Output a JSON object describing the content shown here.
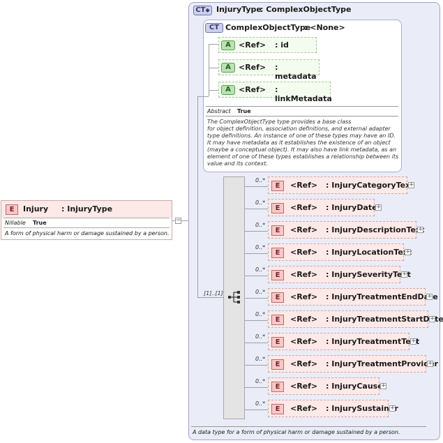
{
  "root_element": {
    "badge": "E",
    "name": "Injury",
    "type": ": InjuryType",
    "nillable_label": "Nillable",
    "nillable_value": "True",
    "documentation": "A form of physical harm or damage sustained by a person.",
    "collapse_symbol": "−"
  },
  "complex_type": {
    "badge": "CT",
    "title": "InjuryType",
    "base": ": ComplexObjectType",
    "documentation": "A data type for a form of physical harm or damage sustained by a person.",
    "base_type": {
      "badge": "CT",
      "title": "ComplexObjectType",
      "base": ": <None>",
      "abstract_label": "Abstract",
      "abstract_value": "True",
      "documentation_lines": [
        "The ComplexObjectType type provides a base class",
        "for object definition, association definitions, and external adapter",
        "type definitions. An instance of one of these types may have an ID.",
        "It may have metadata as it establishes the existence of an object",
        "(maybe a conceptual object). It may also have link metadata, as an",
        "element of one of these types establishes a relationship between its",
        "value and its context."
      ],
      "attributes": [
        {
          "badge": "A",
          "ref": "<Ref>",
          "name": ": id"
        },
        {
          "badge": "A",
          "ref": "<Ref>",
          "name": ": metadata"
        },
        {
          "badge": "A",
          "ref": "<Ref>",
          "name": ": linkMetadata"
        }
      ]
    },
    "sequence": {
      "multiplicity": "[1]..[1]",
      "elements": [
        {
          "badge": "E",
          "ref": "<Ref>",
          "name": ": InjuryCategoryText",
          "multiplicity": "0..*"
        },
        {
          "badge": "E",
          "ref": "<Ref>",
          "name": ": InjuryDate",
          "multiplicity": "0..*"
        },
        {
          "badge": "E",
          "ref": "<Ref>",
          "name": ": InjuryDescriptionText",
          "multiplicity": "0..*"
        },
        {
          "badge": "E",
          "ref": "<Ref>",
          "name": ": InjuryLocationText",
          "multiplicity": "0..*"
        },
        {
          "badge": "E",
          "ref": "<Ref>",
          "name": ": InjurySeverityText",
          "multiplicity": "0..*"
        },
        {
          "badge": "E",
          "ref": "<Ref>",
          "name": ": InjuryTreatmentEndDate",
          "multiplicity": "0..*"
        },
        {
          "badge": "E",
          "ref": "<Ref>",
          "name": ": InjuryTreatmentStartDate",
          "multiplicity": "0..*"
        },
        {
          "badge": "E",
          "ref": "<Ref>",
          "name": ": InjuryTreatmentText",
          "multiplicity": "0..*"
        },
        {
          "badge": "E",
          "ref": "<Ref>",
          "name": ": InjuryTreatmentProvider",
          "multiplicity": "0..*"
        },
        {
          "badge": "E",
          "ref": "<Ref>",
          "name": ": InjuryCauser",
          "multiplicity": "0..*"
        },
        {
          "badge": "E",
          "ref": "<Ref>",
          "name": ": InjurySustainer",
          "multiplicity": "0..*"
        }
      ]
    }
  },
  "expand_symbol": "+"
}
